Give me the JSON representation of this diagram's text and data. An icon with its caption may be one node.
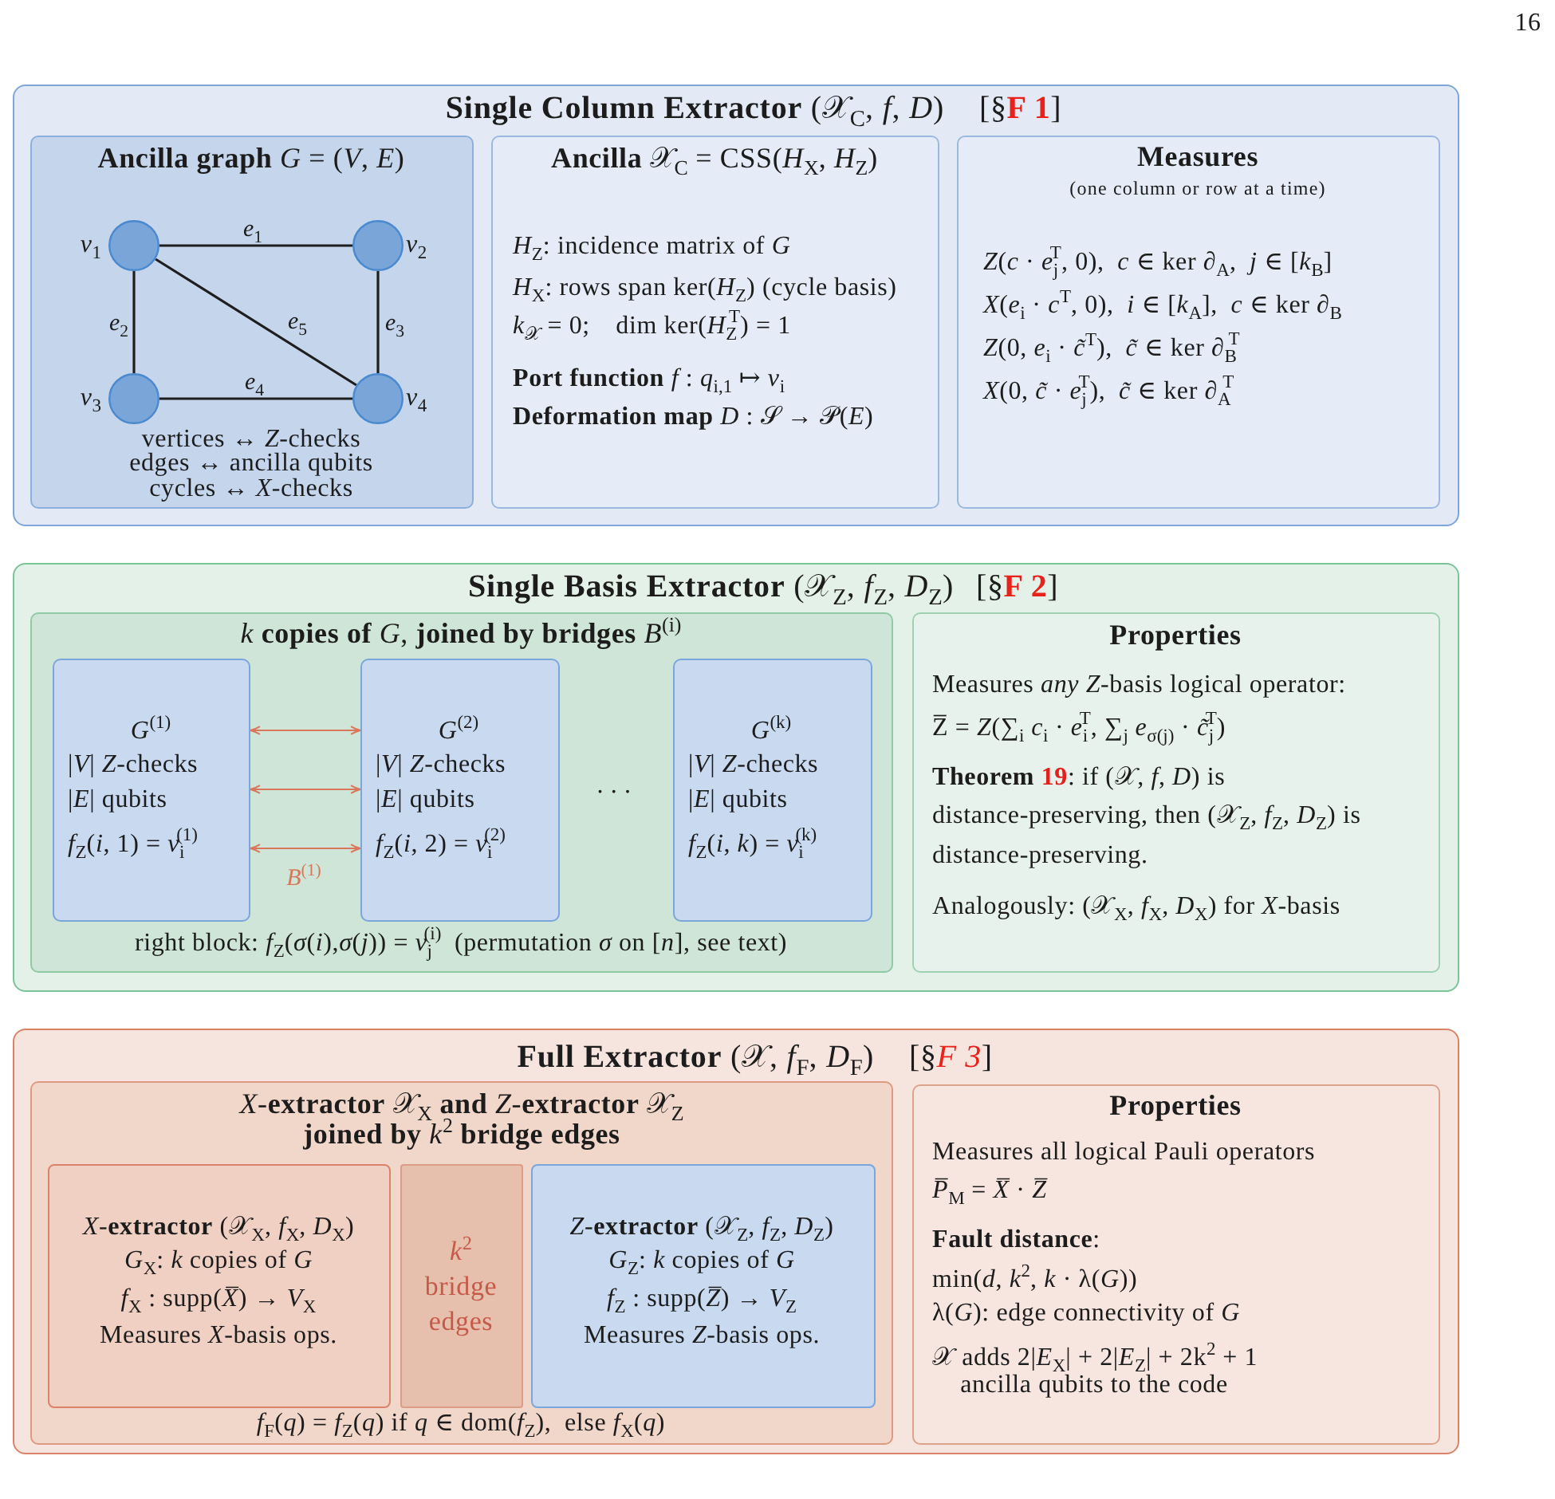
{
  "diagram": {
    "nodes": [
      {
        "text": [
          "**Single Column Extractor** (𝒳$_{C}$, *f*, *D*)",
          "[§**F 1**]"
        ]
      },
      {
        "text": [
          "**Ancilla graph** *G* = (*V*, *E*)",
          "vertices ↔ *Z*-checks",
          "edges ↔ ancilla qubits",
          "cycles ↔ *X*-checks"
        ],
        "in": 0
      },
      {
        "text": [],
        "shape": "circle",
        "in": 1,
        "beside": [
          "*v*$_{1}$"
        ]
      },
      {
        "text": [],
        "shape": "circle",
        "in": 1,
        "beside": [
          "*v*$_{2}$"
        ]
      },
      {
        "text": [],
        "shape": "circle",
        "in": 1,
        "beside": [
          "*v*$_{3}$"
        ]
      },
      {
        "text": [],
        "shape": "circle",
        "in": 1,
        "beside": [
          "*v*$_{4}$"
        ]
      },
      {
        "text": [
          "**Ancilla** 𝒳$_{C}$ = CSS(*H*$_{X}$, *H*$_{Z}$)",
          "*H*$_{Z}$: incidence matrix of *G*",
          "*H*$_{X}$: rows span ker(*H*$_{Z}$) (cycle basis)",
          "*k*$_{𝒳}$ = 0; dim ker(*H*$_{Z}$$^{T}$) = 1",
          "**Port function** *f* : *q*$_{i,1}$ ↦ *v*$_{i}$",
          "**Deformation map** *D* : 𝒮 → 𝒫(*E*)"
        ],
        "in": 0
      },
      {
        "text": [
          "Measures",
          "(one column or row at a time)",
          "*Z*(*c* · *e*$_{j}$$^{T}$, 0), *c* ∈ ker ∂$_{A}$, *j* ∈ [*k*$_{B}$]",
          "*X*(*e*$_{i}$ · *c*$^{T}$, 0), *i* ∈ [*k*$_{A}$], *c* ∈ ker ∂$_{B}$",
          "*Z*(0, *e*$_{i}$ · *c̃*$^{T}$), *c̃* ∈ ker ∂$_{B}$$^{T}$",
          "*X*(0, *c̃* · *e*$_{j}$$^{T}$), *c̃* ∈ ker ∂$_{A}$$^{T}$"
        ],
        "in": 0
      },
      {
        "text": [
          "**Single Basis Extractor** (𝒳$_{Z}$, *f*$_{Z}$, *D*$_{Z}$)",
          "[§**F 2**]"
        ]
      },
      {
        "text": [
          "*k* **copies of** *G*, **joined by bridges** *B*$^{(i)}$",
          "right block: *f*$_{Z}$(*σ*(*i*),*σ*(*j*)) = *v*$_{j}$$^{(i)}$ (permutation *σ* on [*n*], see text)"
        ],
        "in": 8
      },
      {
        "text": [
          "*G*$^{(1)}$",
          "|*V*| *Z*-checks",
          "|*E*| qubits",
          "*f*$_{Z}$(*i*, 1) = *v*$_{i}$$^{(1)}$"
        ],
        "in": 9
      },
      {
        "text": [
          "*G*$^{(2)}$",
          "|*V*| *Z*-checks",
          "|*E*| qubits",
          "*f*$_{Z}$(*i*, 2) = *v*$_{i}$$^{(2)}$"
        ],
        "in": 9
      },
      {
        "text": [
          "*G*$^{(k)}$",
          "|*V*| *Z*-checks",
          "|*E*| qubits",
          "*f*$_{Z}$(*i*, *k*) = *v*$_{i}$$^{(k)}$"
        ],
        "in": 9
      },
      {
        "text": [
          "Properties",
          "Measures *any* *Z*-basis logical operator:",
          "Z̅ = *Z*(∑$_{i}$ *c*$_{i}$ · *e*$_{i}$$^{T}$, ∑$_{j}$ *e*$_{σ(j)}$ · *c̃*$_{j}$$^{T}$)",
          "**Theorem** **19**: if (𝒳, *f*, *D*) is distance-preserving, then (𝒳$_{Z}$, *f*$_{Z}$, *D*$_{Z}$) is distance-preserving.",
          "Analogously: (𝒳$_{X}$, *f*$_{X}$, *D*$_{X}$) for *X*-basis"
        ],
        "in": 8
      },
      {
        "text": [
          "**Full Extractor** (𝒳, *f*$_{F}$, *D*$_{F}$)",
          "[§*F 3*]"
        ]
      },
      {
        "text": [
          "*X*-**extractor** 𝒳$_{X}$ **and** *Z*-**extractor** 𝒳$_{Z}$ **joined by** *k*$^{2}$ **bridge edges**",
          "*f*$_{F}$(*q*) = *f*$_{Z}$(*q*) if *q* ∈ dom(*f*$_{Z}$), else *f*$_{X}$(*q*)"
        ],
        "in": 14
      },
      {
        "text": [
          "*X*-**extractor** (𝒳$_{X}$, *f*$_{X}$, *D*$_{X}$)",
          "*G*$_{X}$: *k* copies of *G*",
          "*f*$_{X}$ : supp(*X̅*) → *V*$_{X}$",
          "Measures *X*-basis ops."
        ],
        "in": 15
      },
      {
        "text": [
          "*k*$^{2}$ bridge edges"
        ],
        "in": 15
      },
      {
        "text": [
          "*Z*-**extractor** (𝒳$_{Z}$, *f*$_{Z}$, *D*$_{Z}$)",
          "*G*$_{Z}$: *k* copies of *G*",
          "*f*$_{Z}$ : supp(*Z̅*) → *V*$_{Z}$",
          "Measures *Z*-basis ops."
        ],
        "in": 15
      },
      {
        "text": [
          "Properties",
          "Measures all logical Pauli operators",
          "*P̅*$_{M}$ = *X̅* · *Z̅*",
          "**Fault distance**:",
          "min(*d*, *k*$^{2}$, *k* · λ(*G*))",
          "λ(*G*): edge connectivity of *G*",
          "𝒳 adds 2|*E*$_{X}$| + 2|*E*$_{Z}$| + 2k$^{2}$ + 1 ancilla qubits to the code"
        ],
        "in": 14
      }
    ],
    "edges": [
      {
        "from": 2,
        "to": 3,
        "arrow": "none",
        "label": "*e*$_{1}$"
      },
      {
        "from": 2,
        "to": 4,
        "arrow": "none",
        "label": "*e*$_{2}$"
      },
      {
        "from": 3,
        "to": 5,
        "arrow": "none",
        "label": "*e*$_{3}$"
      },
      {
        "from": 4,
        "to": 5,
        "arrow": "none",
        "label": "*e*$_{4}$"
      },
      {
        "from": 2,
        "to": 5,
        "arrow": "none",
        "label": "*e*$_{5}$"
      },
      {
        "from": 10,
        "to": 11,
        "arrow": "both",
        "color": "#d9775b"
      },
      {
        "from": 10,
        "to": 11,
        "arrow": "both",
        "color": "#d9775b"
      },
      {
        "from": 10,
        "to": 11,
        "arrow": "both",
        "color": "#d9775b",
        "label": "*B*$^{(1)}$"
      }
    ],
    "labels": [
      "16",
      ". . ."
    ]
  }
}
